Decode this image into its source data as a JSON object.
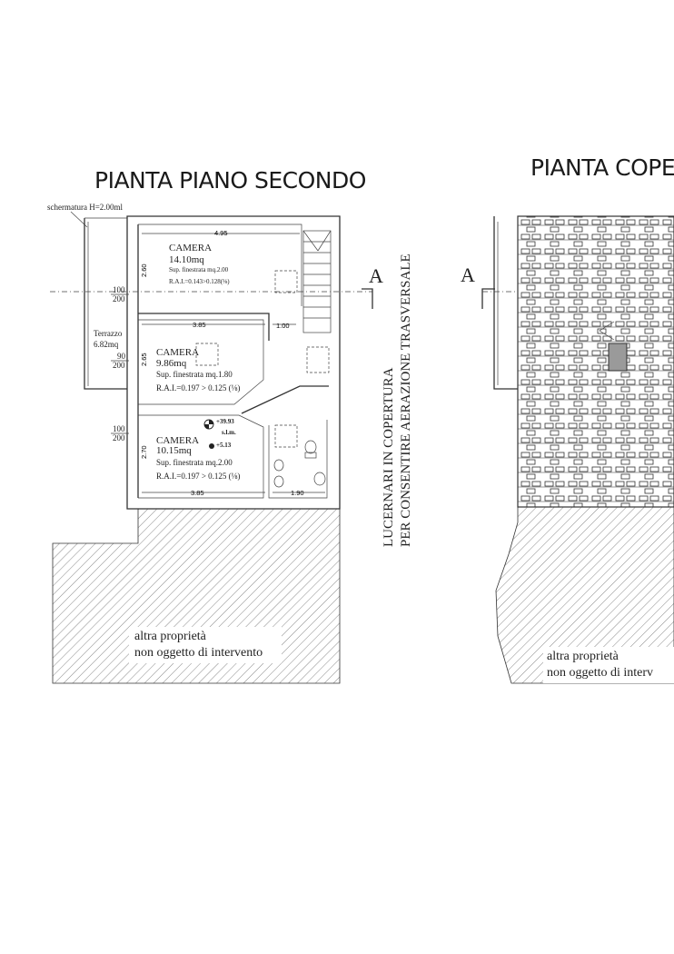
{
  "titles": {
    "left": "PIANTA PIANO SECONDO",
    "right": "PIANTA COPER"
  },
  "left_plan": {
    "screening_note": "schermatura H=2.00ml",
    "rooms": [
      {
        "name": "CAMERA",
        "area": "14.10mq",
        "window": "Sup. finestrata mq.2.00",
        "rai": "R.A.I.=0.143>0.128(⅛)"
      },
      {
        "name": "CAMERA",
        "area": "9.86mq",
        "window": "Sup. finestrata mq.1.80",
        "rai": "R.A.I.=0.197 > 0.125 (⅛)"
      },
      {
        "name": "CAMERA",
        "area": "10.15mq",
        "window": "Sup. finestrata mq.2.00",
        "rai": "R.A.I.=0.197 > 0.125 (⅛)"
      }
    ],
    "terrace": {
      "name": "Terrazzo",
      "area": "6.82mq"
    },
    "dimensions": {
      "top_width": "4.95",
      "mid_width": "3.85",
      "bottom_width": "3.85",
      "bath_width": "1.90",
      "corridor": "1.00",
      "h1": "2.60",
      "h2": "2.65",
      "h3": "2.70"
    },
    "openings": [
      {
        "top": "100",
        "bottom": "200"
      },
      {
        "top": "90",
        "bottom": "200"
      },
      {
        "top": "100",
        "bottom": "200"
      }
    ],
    "level": {
      "value": "+39.93",
      "ref": "s.l.m.",
      "relative": "+5.13"
    },
    "section_letter": "A",
    "neighbor_note": [
      "altra proprietà",
      "non oggetto di intervento"
    ]
  },
  "center_note": {
    "line1": "LUCERNARI IN COPERTURA",
    "line2": "PER CONSENTIRE AERAZIONE TRASVERSALE"
  },
  "right_plan": {
    "section_letter": "A",
    "neighbor_note": [
      "altra proprietà",
      "non oggetto di interv"
    ]
  },
  "colors": {
    "ink": "#222222",
    "hatch": "#555555",
    "skylight": "#9a9a9a"
  }
}
